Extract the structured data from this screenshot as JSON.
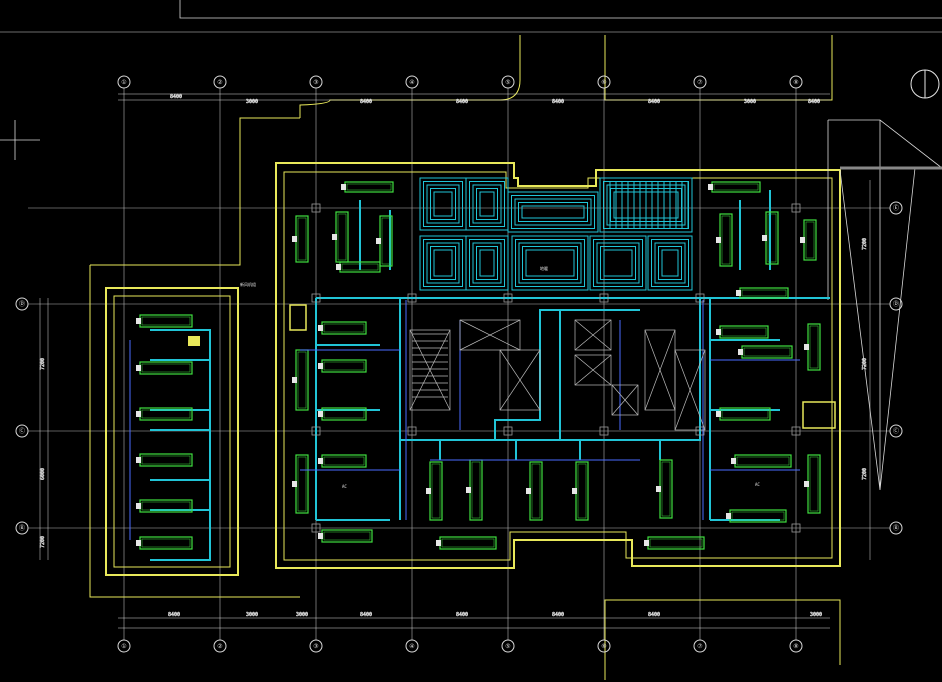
{
  "colors": {
    "background": "#000000",
    "grid": "#d8d8d8",
    "wall": "#e8e85a",
    "duct": "#21c4d6",
    "unit": "#3fe03f",
    "pipe": "#4a6bff",
    "white": "#e6e6e6"
  },
  "axes": {
    "top": [
      "①",
      "②",
      "③",
      "④",
      "⑤",
      "⑥",
      "⑦",
      "⑧"
    ],
    "bottom": [
      "①",
      "②",
      "③",
      "④",
      "⑤",
      "⑥",
      "⑦",
      "⑧"
    ],
    "left": [
      "Ⓓ",
      "Ⓒ",
      "Ⓑ"
    ],
    "right": [
      "Ⓔ",
      "Ⓓ",
      "Ⓒ",
      "Ⓑ"
    ]
  },
  "dimensions": {
    "top_segments": [
      "8400",
      "3000",
      "8400",
      "8400",
      "8400",
      "8400",
      "3000",
      "8400"
    ],
    "bottom_segments": [
      "8400",
      "3000",
      "3000",
      "8400",
      "8400",
      "8400",
      "8400",
      "3000"
    ],
    "left_segments": [
      "7200",
      "6000",
      "7200"
    ],
    "right_segments": [
      "7200",
      "7200",
      "7200"
    ]
  },
  "labels": {
    "left_wing_note": "新风机组",
    "floor_heating": "地暖",
    "room_tag": "AC"
  }
}
